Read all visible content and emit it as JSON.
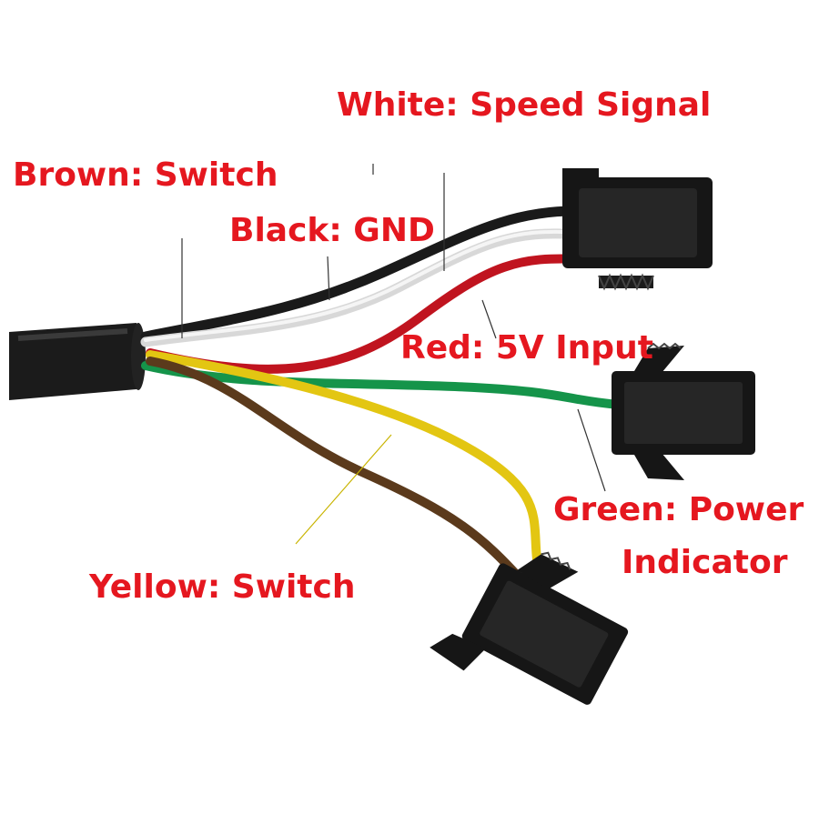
{
  "colors": {
    "label": "#e5171f",
    "cable_jacket": "#1b1b1b",
    "wire_black": "#1a1a1a",
    "wire_white": "#ededed",
    "wire_red": "#c0141f",
    "wire_green": "#15944a",
    "wire_yellow": "#e3c612",
    "wire_brown": "#5b3a1c",
    "connector": "#161616",
    "leader_line": "#333333"
  },
  "labels": {
    "white": "White: Speed Signal",
    "brown": "Brown: Switch",
    "black": "Black: GND",
    "red": "Red: 5V Input",
    "green_line1": "Green: Power",
    "green_line2": "Indicator",
    "yellow": "Yellow: Switch"
  },
  "components": {
    "cable_icon": "cable-icon",
    "connector_icon": "connector-icon"
  }
}
